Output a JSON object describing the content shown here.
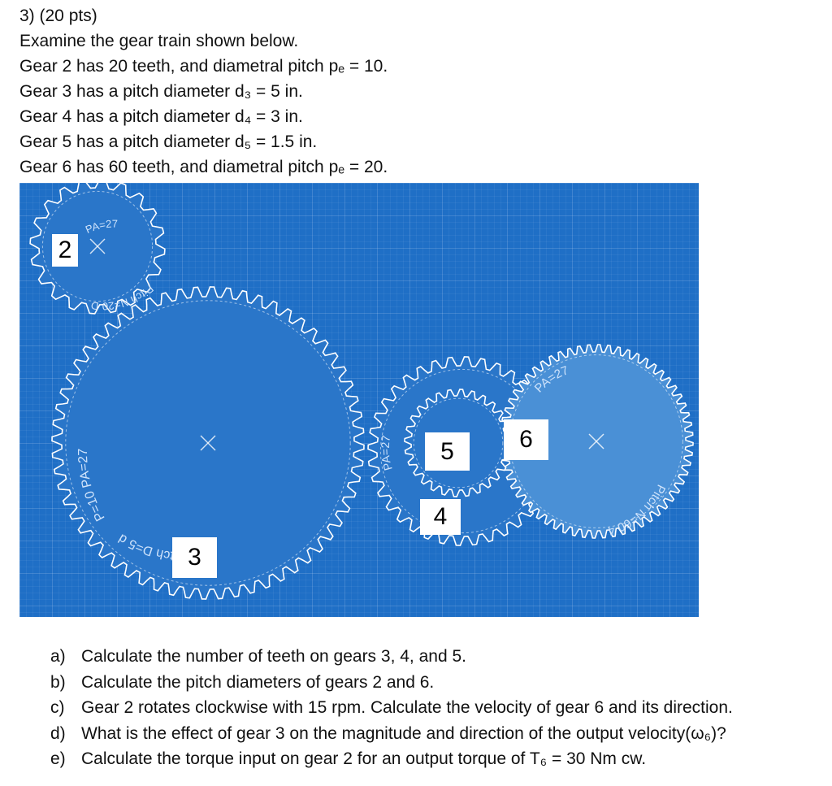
{
  "problem": {
    "header": "3)  (20 pts)",
    "lines": [
      "Examine the gear train shown below.",
      "Gear 2 has 20 teeth, and diametral pitch pₑ = 10.",
      "Gear 3 has a pitch diameter d₃ = 5 in.",
      "Gear 4 has a pitch diameter d₄ = 3 in.",
      "Gear 5 has a pitch diameter d₅ = 1.5 in.",
      "Gear 6 has 60 teeth, and diametral pitch pₑ = 20."
    ]
  },
  "figure": {
    "labels": {
      "gear2": "2",
      "gear3": "3",
      "gear4": "4",
      "gear5": "5",
      "gear6": "6"
    },
    "engravings": {
      "gear2_top": "PA=27",
      "gear2_bottom": "Pitch N=20 D",
      "gear3_left": "P=10 PA=27",
      "gear3_bottom": "Pitch D=5 d",
      "gear4_left": "PA=27",
      "gear6_top": "PA=27",
      "gear6_bottom": "Pitch N=60 4"
    },
    "colors": {
      "background": "#1f6fc6",
      "gear": "#2a76c9",
      "gear6": "#4a90d6",
      "outline": "#ffffff"
    }
  },
  "questions": [
    {
      "key": "a)",
      "text": "Calculate the number of teeth on gears 3, 4, and 5."
    },
    {
      "key": "b)",
      "text": "Calculate the pitch diameters of gears 2 and 6."
    },
    {
      "key": "c)",
      "text": "Gear 2 rotates clockwise with 15 rpm. Calculate the velocity of gear 6 and its direction."
    },
    {
      "key": "d)",
      "text": "What is the effect of gear 3 on the magnitude and direction of the output velocity(ω₆)?"
    },
    {
      "key": "e)",
      "text": "Calculate the torque input on gear 2 for an output torque of T₆ = 30 Nm cw."
    }
  ]
}
